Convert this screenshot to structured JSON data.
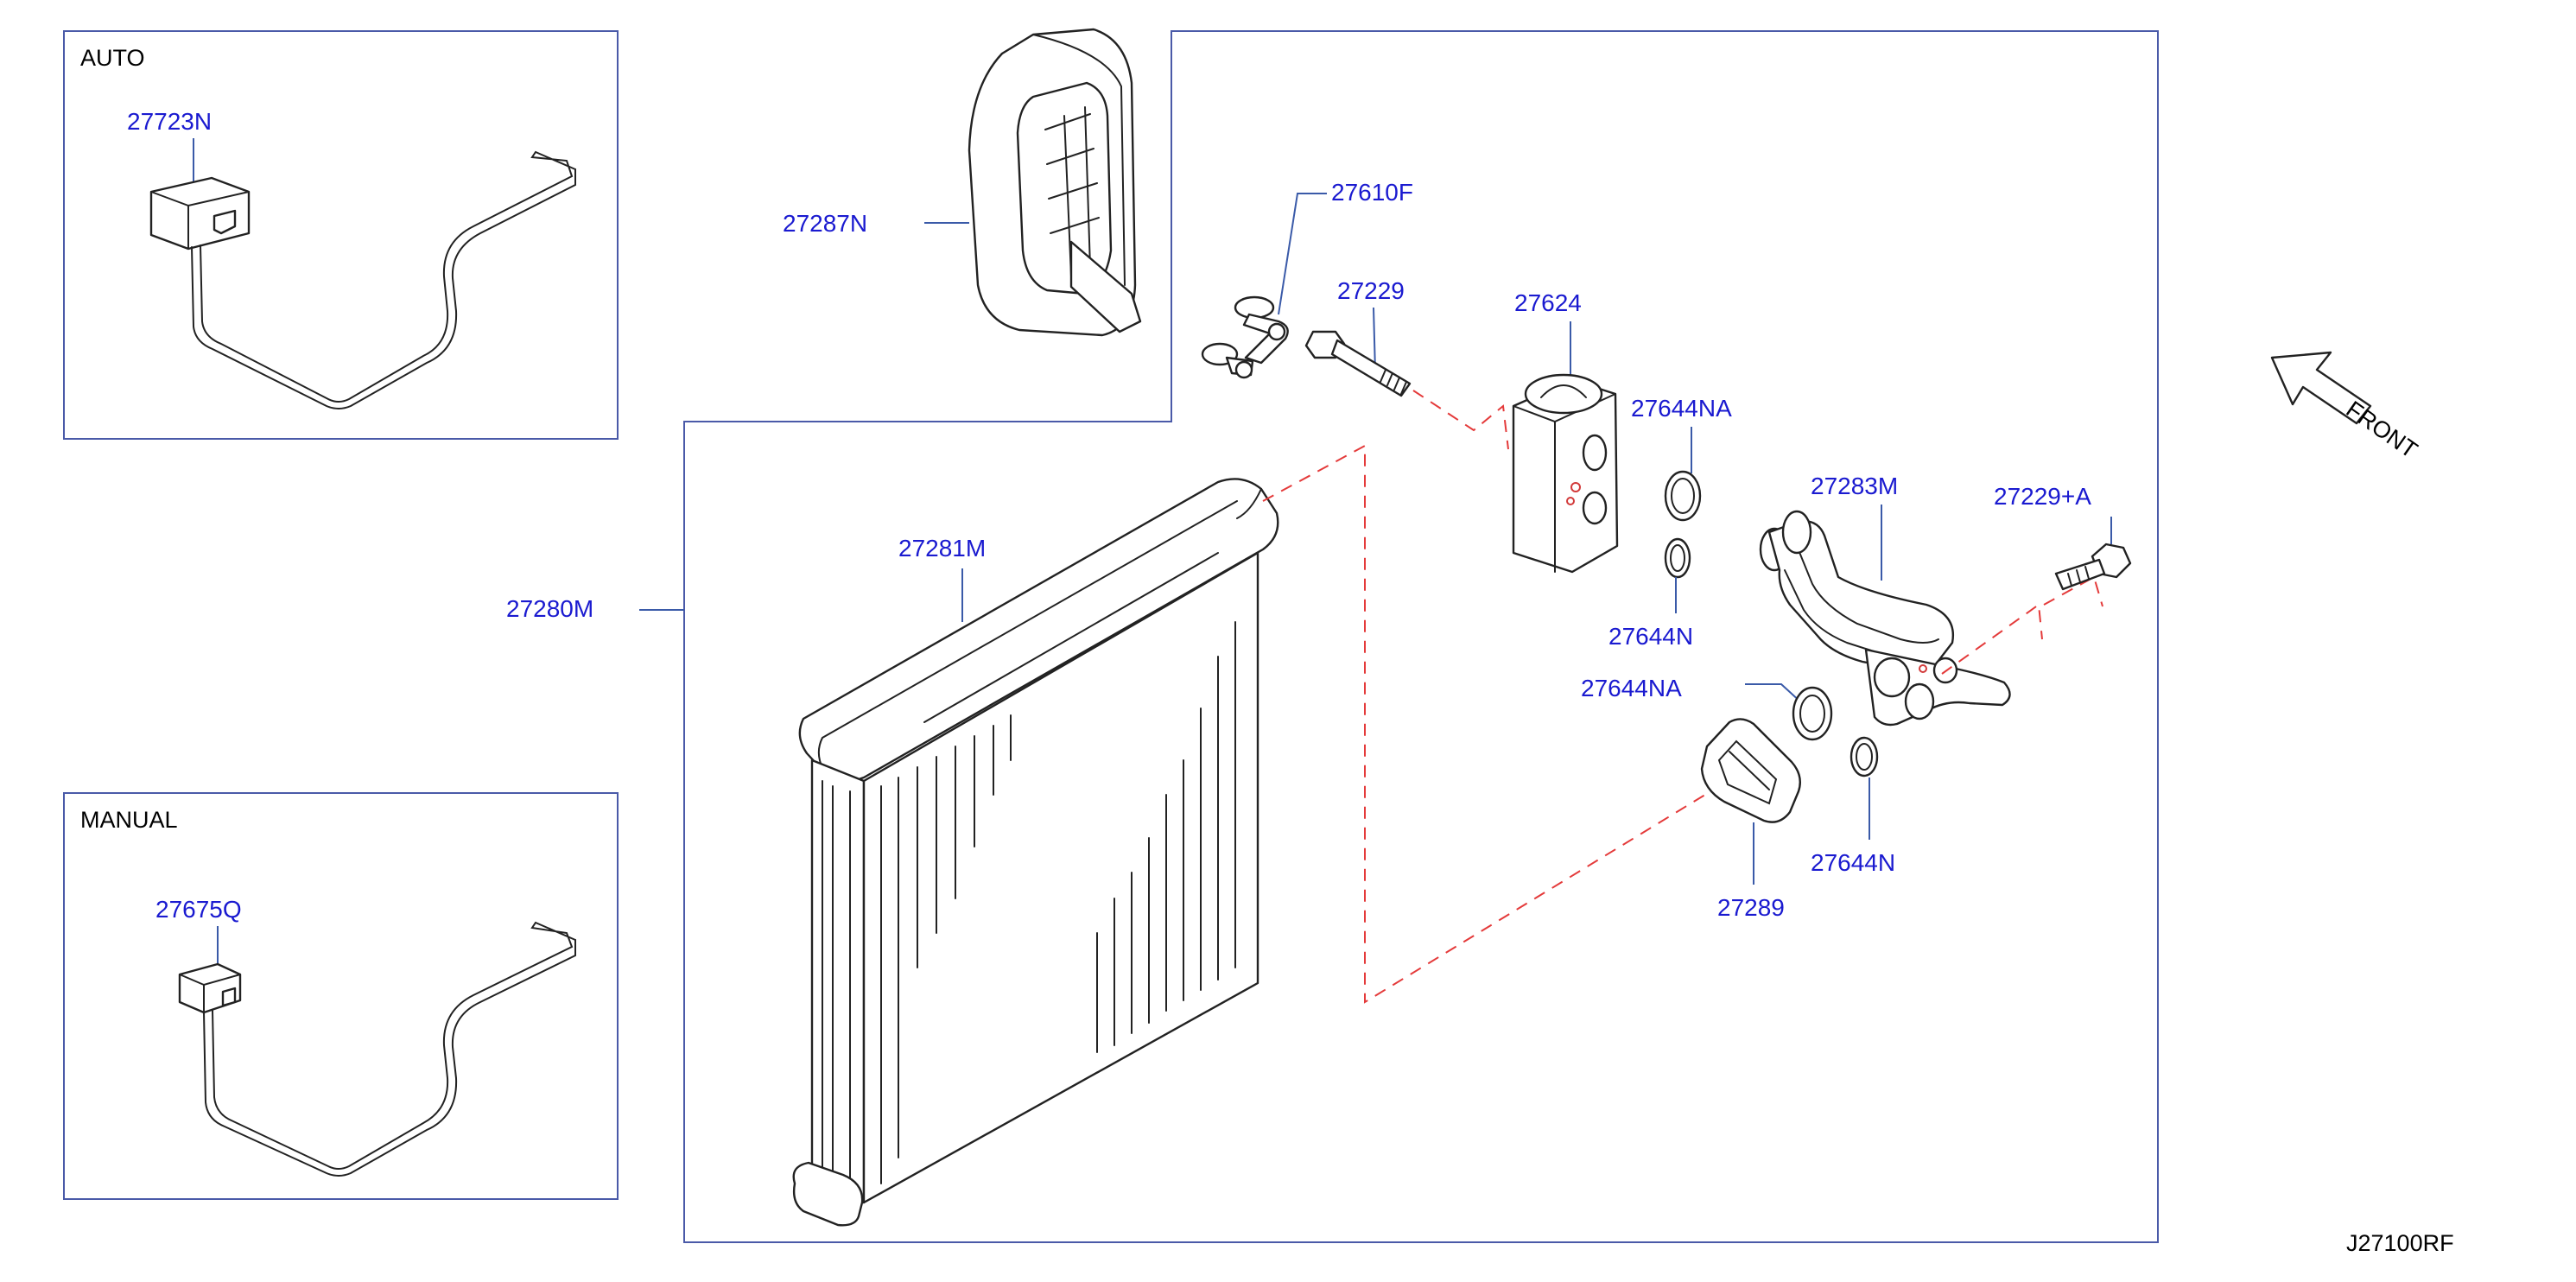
{
  "diagram_code": "J27100RF",
  "direction_label": "FRONT",
  "insets": [
    {
      "title": "AUTO",
      "part": "27723N"
    },
    {
      "title": "MANUAL",
      "part": "27675Q"
    }
  ],
  "parts": {
    "assembly": "27280M",
    "evaporator_core": "27281M",
    "seal": "27287N",
    "clip": "27610F",
    "bolt": "27229",
    "expansion_valve": "27624",
    "o_ring_valve_large": "27644NA",
    "o_ring_valve_small": "27644N",
    "pipe_assembly": "27283M",
    "bolt_pipe": "27229+A",
    "o_ring_pipe_large": "27644NA",
    "o_ring_pipe_small": "27644N",
    "pipe_seal": "27289"
  }
}
